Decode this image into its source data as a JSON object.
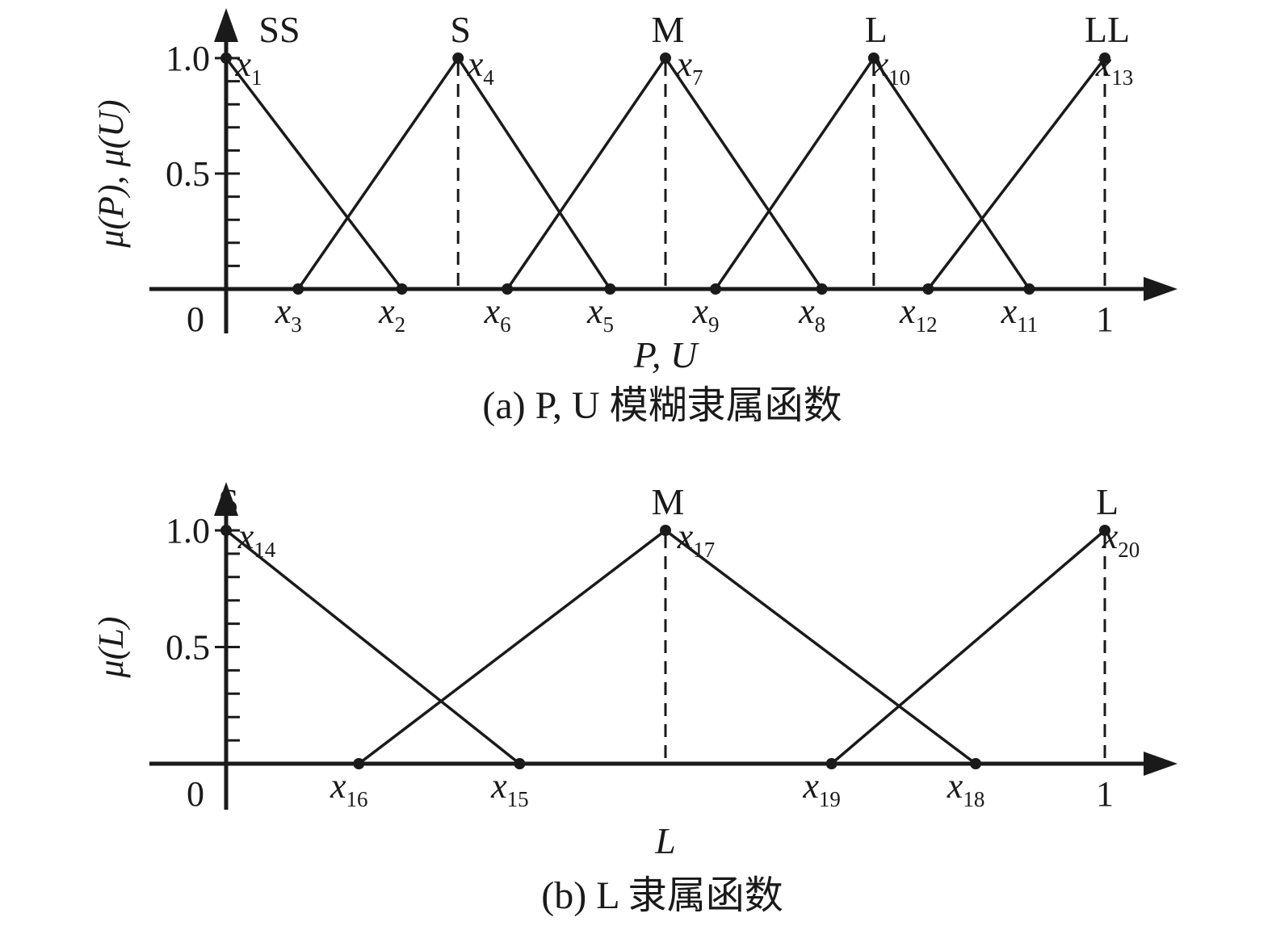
{
  "panels": [
    {
      "caption": "(a) P, U 模糊隶属函数",
      "ylabel": "μ(P), μ(U)",
      "xlabel": "P, U",
      "origin_label": "0",
      "end_label": "1",
      "y_ticks": [
        {
          "value": 1.0,
          "label": "1.0"
        },
        {
          "value": 0.5,
          "label": "0.5"
        }
      ],
      "vertical_refs": [
        0.264,
        0.5,
        0.737,
        1.0
      ],
      "sets": [
        {
          "name": "SS",
          "points": [
            {
              "id": 1,
              "x": 0.0,
              "y": 1
            },
            {
              "id": 2,
              "x": 0.2,
              "y": 0
            }
          ]
        },
        {
          "name": "S",
          "points": [
            {
              "id": 3,
              "x": 0.082,
              "y": 0
            },
            {
              "id": 4,
              "x": 0.264,
              "y": 1
            },
            {
              "id": 5,
              "x": 0.437,
              "y": 0
            }
          ]
        },
        {
          "name": "M",
          "points": [
            {
              "id": 6,
              "x": 0.32,
              "y": 0
            },
            {
              "id": 7,
              "x": 0.5,
              "y": 1
            },
            {
              "id": 8,
              "x": 0.678,
              "y": 0
            }
          ]
        },
        {
          "name": "L",
          "points": [
            {
              "id": 9,
              "x": 0.557,
              "y": 0
            },
            {
              "id": 10,
              "x": 0.737,
              "y": 1
            },
            {
              "id": 11,
              "x": 0.914,
              "y": 0
            }
          ]
        },
        {
          "name": "LL",
          "points": [
            {
              "id": 12,
              "x": 0.799,
              "y": 0
            },
            {
              "id": 13,
              "x": 1.0,
              "y": 1
            }
          ]
        }
      ]
    },
    {
      "caption": "(b) L 隶属函数",
      "ylabel": "μ(L)",
      "xlabel": "L",
      "origin_label": "0",
      "end_label": "1",
      "y_ticks": [
        {
          "value": 1.0,
          "label": "1.0"
        },
        {
          "value": 0.5,
          "label": "0.5"
        }
      ],
      "vertical_refs": [
        0.5,
        1.0
      ],
      "sets": [
        {
          "name": "S",
          "points": [
            {
              "id": 14,
              "x": 0.0,
              "y": 1
            },
            {
              "id": 15,
              "x": 0.334,
              "y": 0
            }
          ]
        },
        {
          "name": "M",
          "points": [
            {
              "id": 16,
              "x": 0.151,
              "y": 0
            },
            {
              "id": 17,
              "x": 0.5,
              "y": 1
            },
            {
              "id": 18,
              "x": 0.853,
              "y": 0
            }
          ]
        },
        {
          "name": "L",
          "points": [
            {
              "id": 19,
              "x": 0.689,
              "y": 0
            },
            {
              "id": 20,
              "x": 1.0,
              "y": 1
            }
          ]
        }
      ]
    }
  ],
  "colors": {
    "ink": "#1a1a1a",
    "background": "#ffffff"
  }
}
